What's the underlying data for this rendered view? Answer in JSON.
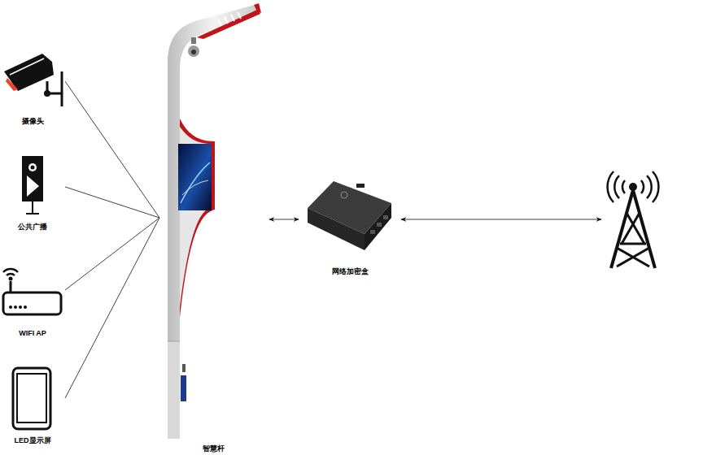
{
  "diagram": {
    "nodes": [
      {
        "text": [
          "摄像头"
        ]
      },
      {
        "text": [
          "公共广播"
        ]
      },
      {
        "text": [
          "WIFI AP"
        ]
      },
      {
        "text": [
          "LED显示屏"
        ]
      },
      {
        "text": [
          "智慧杆"
        ]
      },
      {
        "text": [
          "网络加密盒"
        ]
      },
      {
        "text": []
      }
    ],
    "edges": [
      {
        "from": 0,
        "to": 4,
        "arrow": "none"
      },
      {
        "from": 1,
        "to": 4,
        "arrow": "none"
      },
      {
        "from": 2,
        "to": 4,
        "arrow": "none"
      },
      {
        "from": 3,
        "to": 4,
        "arrow": "none"
      },
      {
        "from": 4,
        "to": 5,
        "arrow": "both"
      },
      {
        "from": 5,
        "to": 6,
        "arrow": "both"
      }
    ]
  }
}
